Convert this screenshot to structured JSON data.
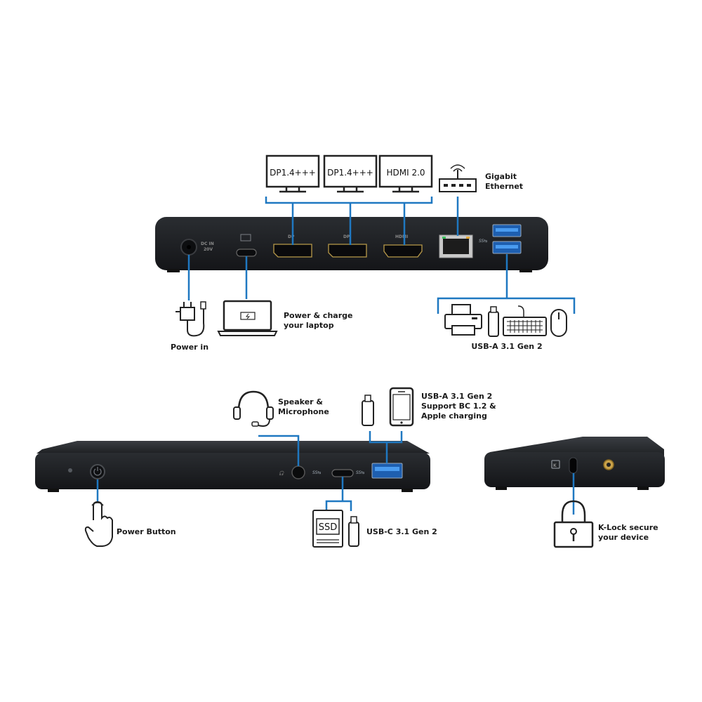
{
  "colors": {
    "connector": "#1f78c1",
    "device_body": "#1c1e21",
    "icon_stroke": "#222222",
    "usb_blue": "#2e7fd6",
    "label": "#1a1a1a"
  },
  "rear_panel": {
    "monitors": [
      {
        "label": "DP1.4+++",
        "icon": "monitor-icon"
      },
      {
        "label": "DP1.4+++",
        "icon": "monitor-icon"
      },
      {
        "label": "HDMI 2.0",
        "icon": "monitor-icon"
      }
    ],
    "port_labels": {
      "dc_in_line1": "DC IN",
      "dc_in_line2": "20V",
      "dp1": "DP",
      "dp2": "DP",
      "hdmi": "HDMI"
    },
    "ethernet": {
      "line1": "Gigabit",
      "line2": "Ethernet",
      "icon": "router-icon"
    },
    "power_in": {
      "label": "Power in",
      "icon": "power-adapter-icon"
    },
    "laptop": {
      "line1": "Power & charge",
      "line2": "your laptop",
      "icon": "laptop-charging-icon"
    },
    "usb_a": {
      "label": "USB-A 3.1 Gen 2",
      "icons": [
        "printer-icon",
        "usb-stick-icon",
        "keyboard-icon",
        "mouse-icon"
      ]
    }
  },
  "front_panel": {
    "power_button": {
      "label": "Power Button",
      "icon": "hand-pointer-icon"
    },
    "audio": {
      "line1": "Speaker &",
      "line2": "Microphone",
      "icon": "headset-icon"
    },
    "usb_a_front": {
      "line1": "USB-A 3.1 Gen 2",
      "line2": "Support BC 1.2 &",
      "line2b": "Apple charging",
      "icons": [
        "usb-stick-icon",
        "smartphone-icon"
      ]
    },
    "usb_c": {
      "label": "USB-C 3.1 Gen 2",
      "ssd_text": "SSD",
      "icons": [
        "ssd-icon",
        "usb-stick-icon"
      ]
    }
  },
  "side_panel": {
    "klock": {
      "line1": "K-Lock secure",
      "line2": "your device",
      "icon": "padlock-icon"
    }
  }
}
